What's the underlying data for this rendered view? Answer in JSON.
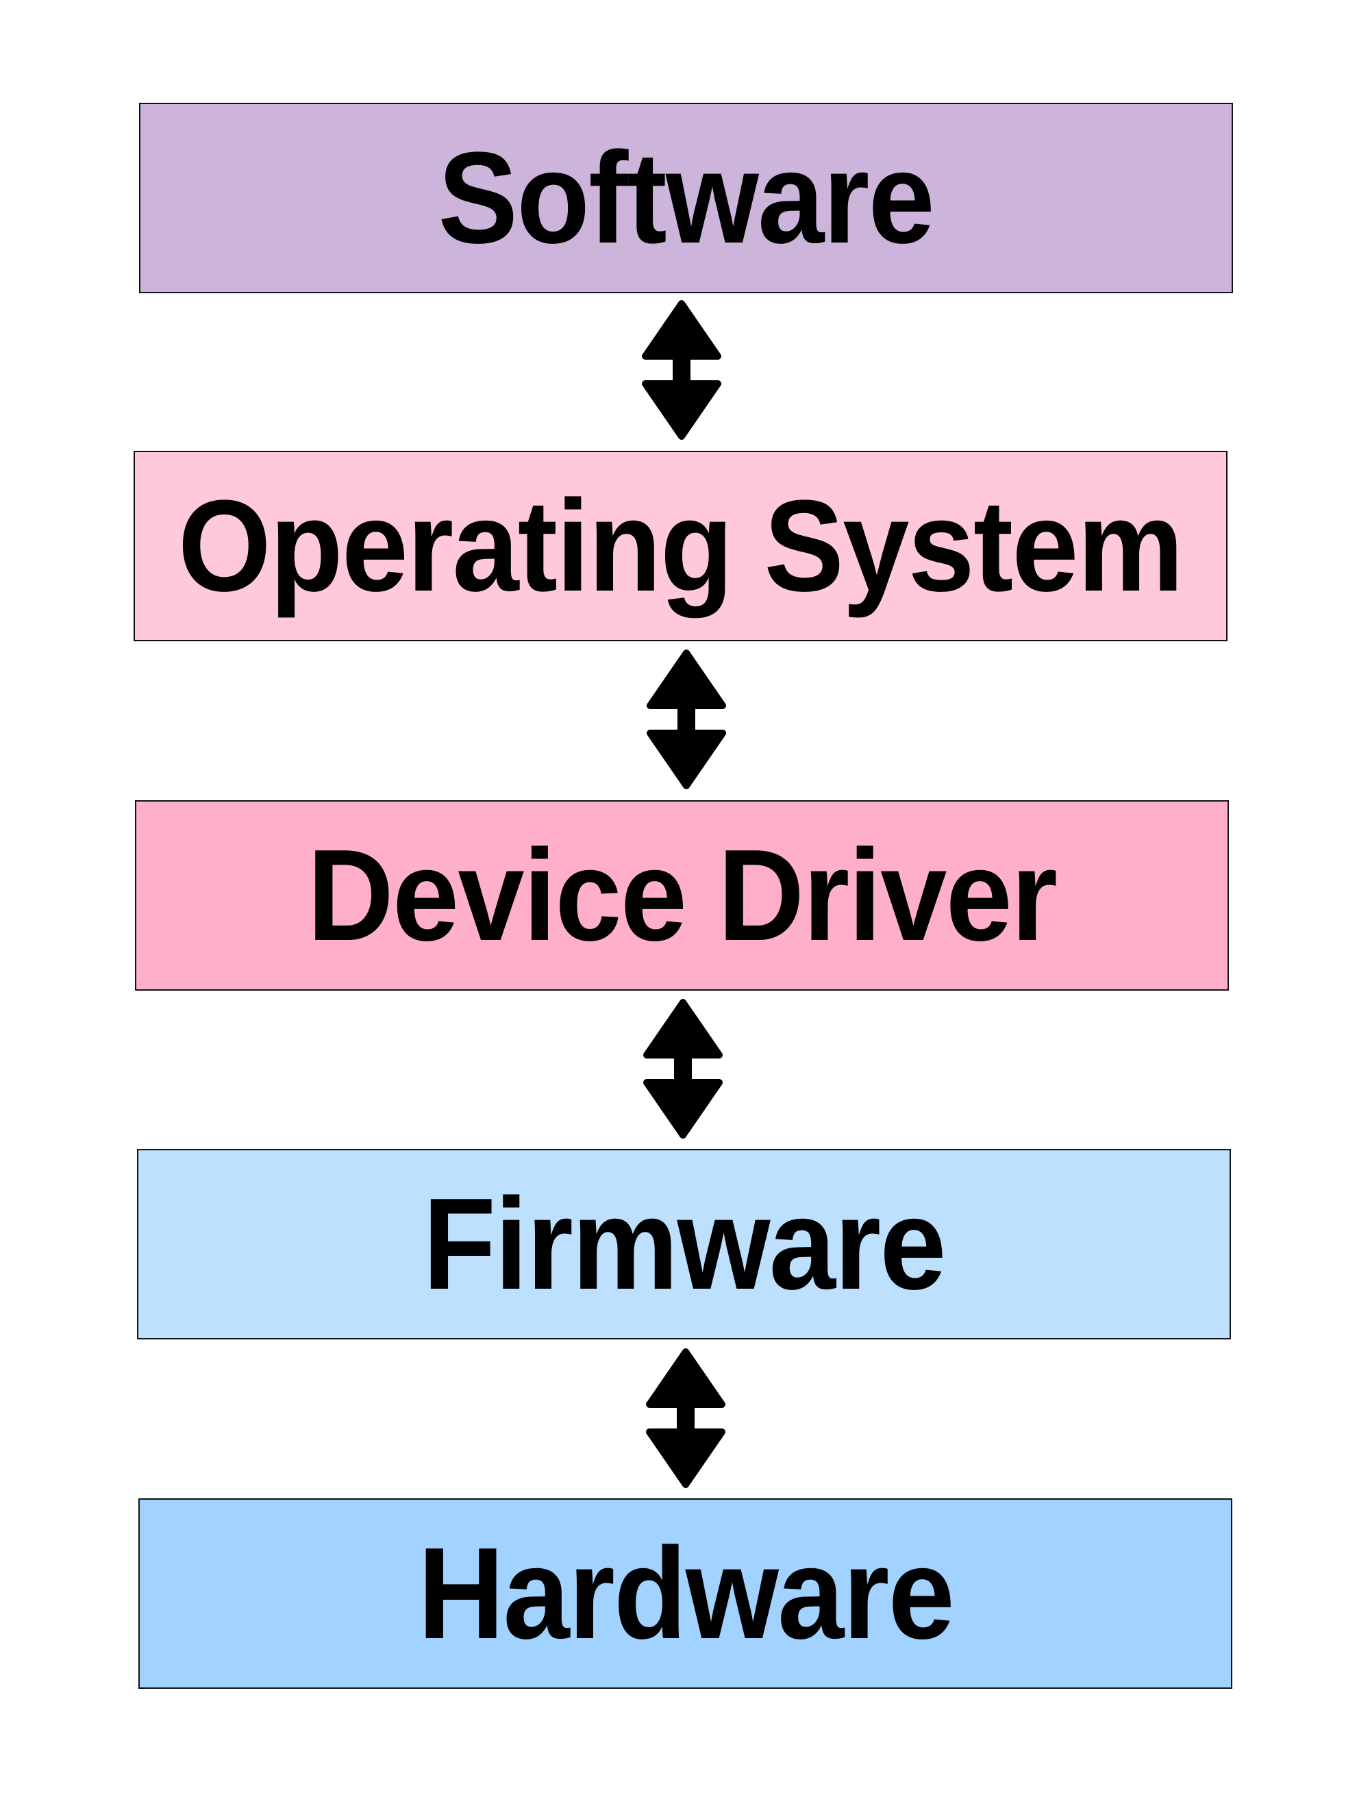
{
  "diagram": {
    "layers": [
      {
        "id": "software",
        "label": "Software",
        "color": "#CDB4DB"
      },
      {
        "id": "operating-system",
        "label": "Operating System",
        "color": "#FFC8DD"
      },
      {
        "id": "device-driver",
        "label": "Device Driver",
        "color": "#FFAFCC"
      },
      {
        "id": "firmware",
        "label": "Firmware",
        "color": "#BDE0FE"
      },
      {
        "id": "hardware",
        "label": "Hardware",
        "color": "#A2D2FF"
      }
    ],
    "connectors": [
      {
        "from": "software",
        "to": "operating-system",
        "type": "bidirectional-arrow"
      },
      {
        "from": "operating-system",
        "to": "device-driver",
        "type": "bidirectional-arrow"
      },
      {
        "from": "device-driver",
        "to": "firmware",
        "type": "bidirectional-arrow"
      },
      {
        "from": "firmware",
        "to": "hardware",
        "type": "bidirectional-arrow"
      }
    ],
    "border_color": "#111111",
    "arrow_color": "#000000"
  }
}
